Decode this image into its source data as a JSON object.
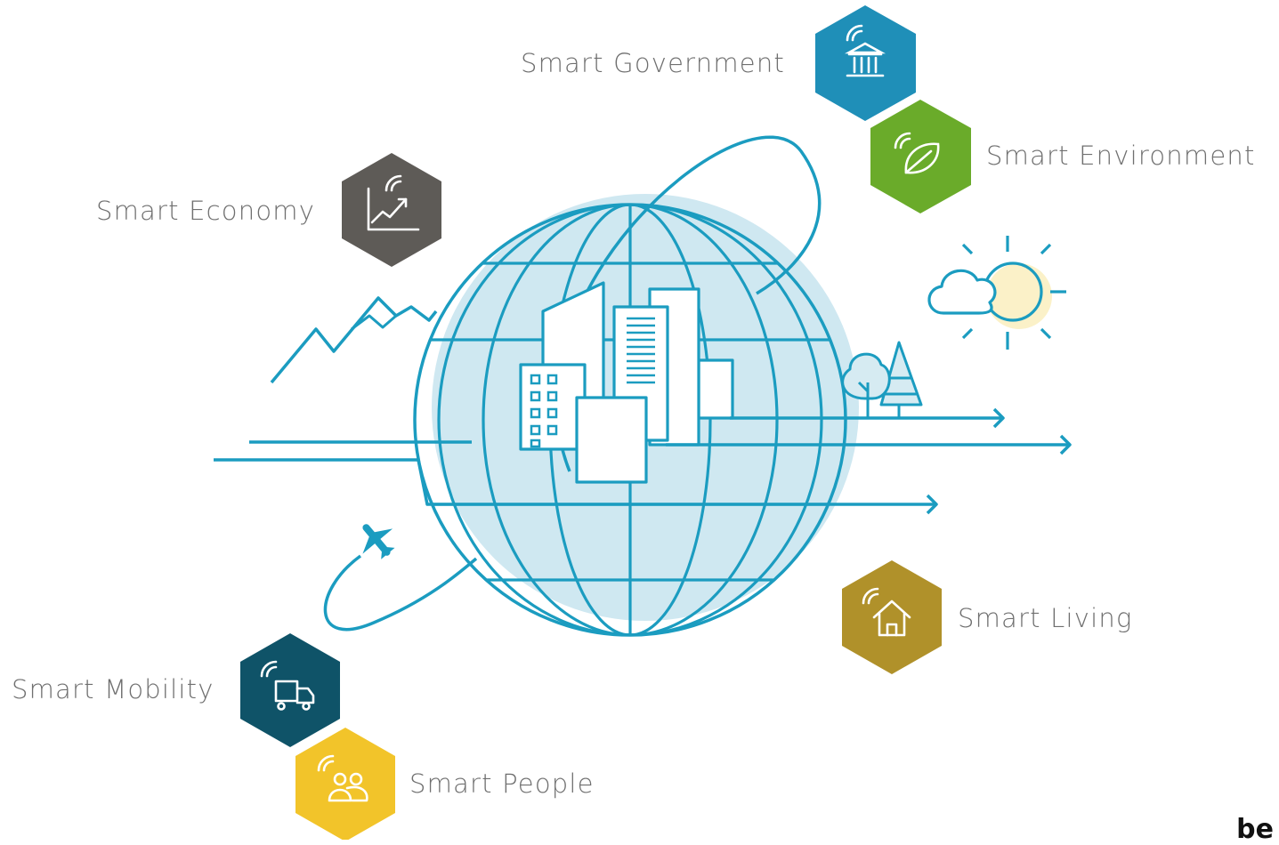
{
  "categories": [
    {
      "id": "government",
      "label": "Smart Government",
      "color": "#1f8fb8",
      "icon": "bank-icon"
    },
    {
      "id": "environment",
      "label": "Smart Environment",
      "color": "#6aab2a",
      "icon": "leaf-icon"
    },
    {
      "id": "economy",
      "label": "Smart Economy",
      "color": "#5e5b57",
      "icon": "growth-chart-icon"
    },
    {
      "id": "living",
      "label": "Smart Living",
      "color": "#b0912a",
      "icon": "house-icon"
    },
    {
      "id": "mobility",
      "label": "Smart Mobility",
      "color": "#0f5368",
      "icon": "truck-icon"
    },
    {
      "id": "people",
      "label": "Smart People",
      "color": "#f2c42a",
      "icon": "people-icon"
    }
  ],
  "illustration": {
    "line_color": "#1b9cc0",
    "globe_fill": "#cfe8f1"
  },
  "corner_text": "be"
}
